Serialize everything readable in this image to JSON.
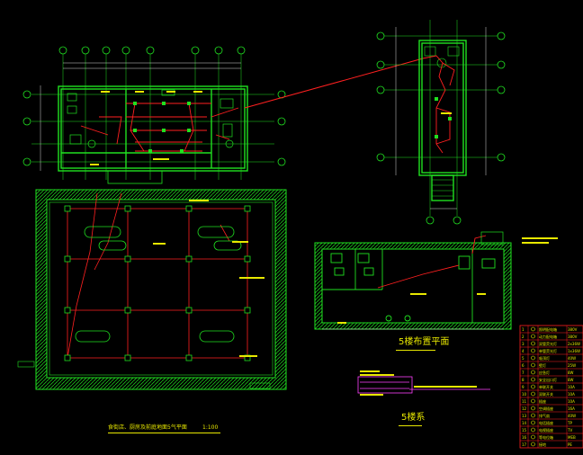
{
  "titles": {
    "roof_plan": "5楼布置平面",
    "system": "5楼系",
    "ground_plan": "食街店、厨房及前庭地面5气平面",
    "ground_scale": "1:100"
  },
  "colors": {
    "background": "#000000",
    "wall_green": "#20e020",
    "wire_red": "#ff2020",
    "text_yellow": "#e8e800",
    "dim_white": "#d8d8d8",
    "accent_magenta": "#ff40ff"
  },
  "legend": {
    "rows": [
      {
        "no": "1",
        "name": "照明配电箱",
        "spec": "380V"
      },
      {
        "no": "2",
        "name": "动力配电箱",
        "spec": "380V"
      },
      {
        "no": "3",
        "name": "双管荧光灯",
        "spec": "2x36W"
      },
      {
        "no": "4",
        "name": "单管荧光灯",
        "spec": "1x36W"
      },
      {
        "no": "5",
        "name": "吸顶灯",
        "spec": "40W"
      },
      {
        "no": "6",
        "name": "壁灯",
        "spec": "25W"
      },
      {
        "no": "7",
        "name": "应急灯",
        "spec": "8W"
      },
      {
        "no": "8",
        "name": "安全出口灯",
        "spec": "8W"
      },
      {
        "no": "9",
        "name": "单联开关",
        "spec": "10A"
      },
      {
        "no": "10",
        "name": "双联开关",
        "spec": "10A"
      },
      {
        "no": "11",
        "name": "插座",
        "spec": "10A"
      },
      {
        "no": "12",
        "name": "空调插座",
        "spec": "16A"
      },
      {
        "no": "13",
        "name": "排气扇",
        "spec": "40W"
      },
      {
        "no": "14",
        "name": "电话插座",
        "spec": "TP"
      },
      {
        "no": "15",
        "name": "电视插座",
        "spec": "TV"
      },
      {
        "no": "16",
        "name": "等电位箱",
        "spec": "MEB"
      },
      {
        "no": "17",
        "name": "接地",
        "spec": "PE"
      }
    ]
  }
}
